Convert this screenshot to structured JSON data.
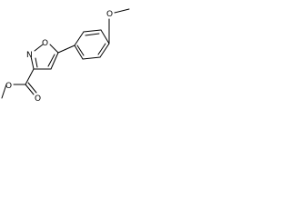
{
  "molecule": {
    "atoms": {
      "ring_oxygen": "O",
      "ring_nitrogen": "N",
      "methoxy_oxygen": "O",
      "carbonyl_oxygen": "O",
      "ester_oxygen": "O"
    }
  }
}
